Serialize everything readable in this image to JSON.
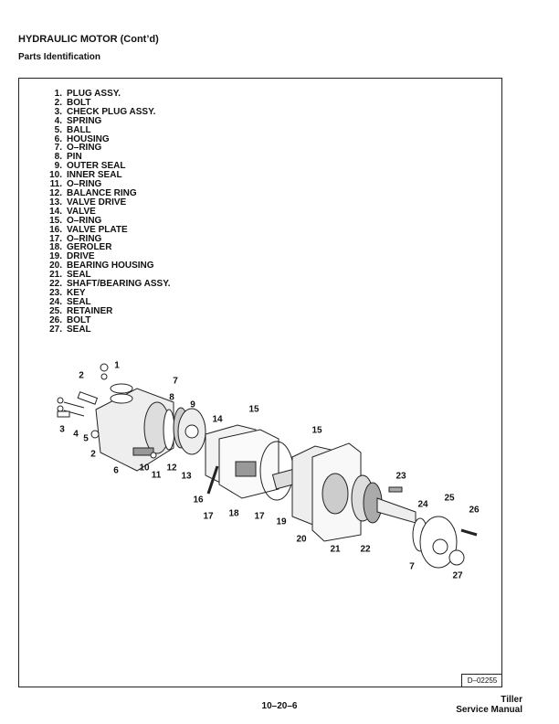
{
  "header": {
    "title": "HYDRAULIC MOTOR (Cont’d)",
    "subtitle": "Parts Identification"
  },
  "parts": [
    {
      "num": "1.",
      "name": "PLUG ASSY."
    },
    {
      "num": "2.",
      "name": "BOLT"
    },
    {
      "num": "3.",
      "name": "CHECK PLUG ASSY."
    },
    {
      "num": "4.",
      "name": "SPRING"
    },
    {
      "num": "5.",
      "name": "BALL"
    },
    {
      "num": "6.",
      "name": "HOUSING"
    },
    {
      "num": "7.",
      "name": "O–RING"
    },
    {
      "num": "8.",
      "name": "PIN"
    },
    {
      "num": "9.",
      "name": "OUTER SEAL"
    },
    {
      "num": "10.",
      "name": "INNER SEAL"
    },
    {
      "num": "11.",
      "name": "O–RING"
    },
    {
      "num": "12.",
      "name": "BALANCE RING"
    },
    {
      "num": "13.",
      "name": "VALVE DRIVE"
    },
    {
      "num": "14.",
      "name": "VALVE"
    },
    {
      "num": "15.",
      "name": "O–RING"
    },
    {
      "num": "16.",
      "name": "VALVE PLATE"
    },
    {
      "num": "17.",
      "name": "O–RING"
    },
    {
      "num": "18.",
      "name": "GEROLER"
    },
    {
      "num": "19.",
      "name": "DRIVE"
    },
    {
      "num": "20.",
      "name": "BEARING HOUSING"
    },
    {
      "num": "21.",
      "name": "SEAL"
    },
    {
      "num": "22.",
      "name": "SHAFT/BEARING ASSY."
    },
    {
      "num": "23.",
      "name": "KEY"
    },
    {
      "num": "24.",
      "name": "SEAL"
    },
    {
      "num": "25.",
      "name": "RETAINER"
    },
    {
      "num": "26.",
      "name": "BOLT"
    },
    {
      "num": "27.",
      "name": "SEAL"
    }
  ],
  "callouts": [
    "1",
    "2",
    "7",
    "8",
    "9",
    "14",
    "15",
    "15",
    "3",
    "4",
    "5",
    "2",
    "6",
    "10",
    "11",
    "12",
    "13",
    "16",
    "17",
    "18",
    "17",
    "19",
    "23",
    "24",
    "25",
    "26",
    "20",
    "21",
    "22",
    "7",
    "27"
  ],
  "figure_id": "D–02255",
  "page_number": "10–20–6",
  "footer": {
    "line1": "Tiller",
    "line2": "Service Manual"
  }
}
